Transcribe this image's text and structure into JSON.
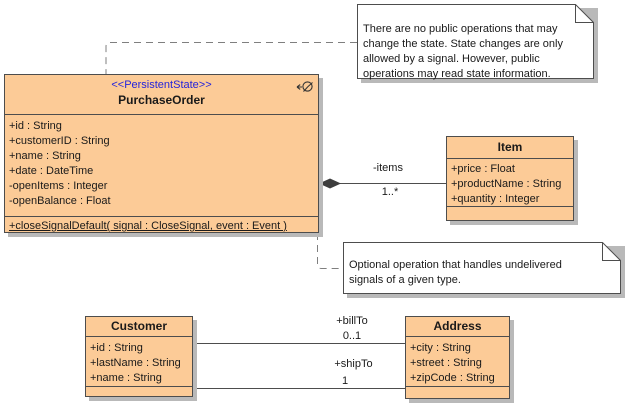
{
  "colors": {
    "class_fill": "#FCCB97",
    "class_border": "#4d4d4d",
    "stereotype_text": "#2323DC",
    "text": "#1a1a1a",
    "note_fill": "#FFFFFF",
    "shadow": "#B9B9B9",
    "connector": "#7f7f7f"
  },
  "classes": [
    {
      "stereotype": "<<PersistentState>>",
      "name": "PurchaseOrder",
      "attributes": [
        "+id : String",
        "+customerID : String",
        "+name : String",
        "+date : DateTime",
        "-openItems : Integer",
        "-openBalance : Float"
      ],
      "operations": [
        "+closeSignalDefault( signal : CloseSignal, event : Event )"
      ]
    },
    {
      "name": "Item",
      "attributes": [
        "+price : Float",
        "+productName : String",
        "+quantity : Integer"
      ],
      "operations": []
    },
    {
      "name": "Customer",
      "attributes": [
        "+id : String",
        "+lastName : String",
        "+name : String"
      ],
      "operations": []
    },
    {
      "name": "Address",
      "attributes": [
        "+city : String",
        "+street : String",
        "+zipCode : String"
      ],
      "operations": []
    }
  ],
  "notes": [
    {
      "lines": [
        "There are no public operations that may",
        "change the state. State changes are only",
        "allowed by a signal. However, public",
        "operations may read state information."
      ]
    },
    {
      "lines": [
        "Optional operation that handles undelivered",
        "signals of a given type."
      ]
    }
  ],
  "associations": [
    {
      "name": "-items",
      "multiplicity": "1..*",
      "kind": "composition",
      "from": "PurchaseOrder",
      "to": "Item"
    },
    {
      "name": "+billTo",
      "multiplicity": "0..1",
      "kind": "association",
      "from": "Customer",
      "to": "Address"
    },
    {
      "name": "+shipTo",
      "multiplicity": "1",
      "kind": "association",
      "from": "Customer",
      "to": "Address"
    }
  ]
}
